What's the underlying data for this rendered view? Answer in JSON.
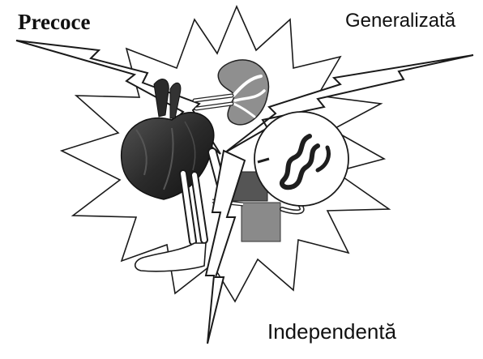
{
  "labels": {
    "top_left": "Precoce",
    "top_right": "Generalizată",
    "bottom": "Independentă"
  },
  "icons": [
    "heart-icon",
    "kidney-icon",
    "aorta-icon",
    "artery-icon",
    "extremity-icon",
    "brain-icon"
  ],
  "colors": {
    "outline": "#1a1a1a",
    "burst_fill": "#ffffff",
    "heart": "#2d2d2d",
    "kidney": "#8f8f8f",
    "brain_dark": "#595959",
    "brain_light": "#8a8a8a",
    "artery": "#1e1e1e"
  }
}
